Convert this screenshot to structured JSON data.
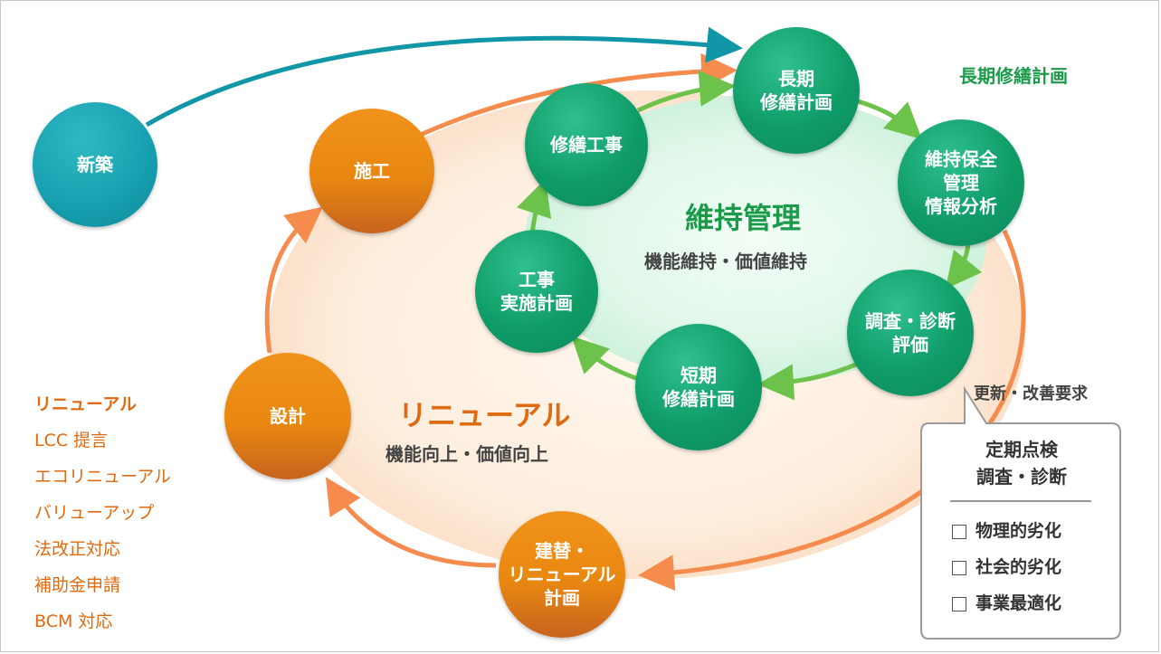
{
  "nodes": {
    "new_build": "新築",
    "construction": "施工",
    "design": "設計",
    "rebuild_plan": "建替・\nリニューアル\n計画",
    "long_term_plan": "長期\n修繕計画",
    "maintenance_info": "維持保全\n管理\n情報分析",
    "survey_eval": "調査・診断\n評価",
    "short_term_plan": "短期\n修繕計画",
    "work_plan": "工事\n実施計画",
    "repair_work": "修繕工事"
  },
  "labels": {
    "long_term_repair_plan": "長期修繕計画",
    "maintenance_title": "維持管理",
    "maintenance_sub": "機能維持・価値維持",
    "renewal_title": "リニューアル",
    "renewal_sub": "機能向上・価値向上",
    "update_request": "更新・改善要求"
  },
  "renewal_list": [
    "リニューアル",
    "LCC 提言",
    "エコリニューアル",
    "バリューアップ",
    "法改正対応",
    "補助金申請",
    "BCM 対応"
  ],
  "inspection_box": {
    "title": "定期点検\n調査・診断",
    "items": [
      "物理的劣化",
      "社会的劣化",
      "事業最適化"
    ]
  },
  "colors": {
    "green": "#0f9c68",
    "orange": "#e98810",
    "teal": "#169faf",
    "outer_arrow": "#f58c4e",
    "inner_arrow": "#6cc24a",
    "teal_arrow": "#1196a8",
    "renewal_text": "#e06a10",
    "green_text": "#1c9a4a"
  }
}
